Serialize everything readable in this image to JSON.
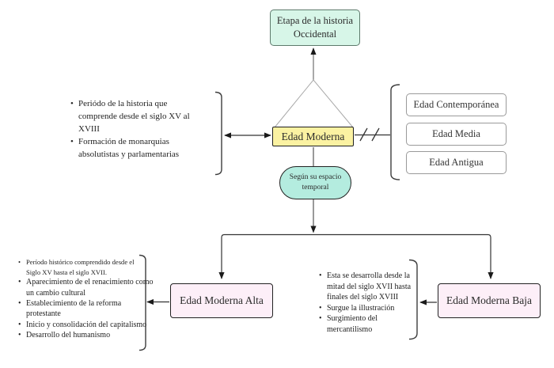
{
  "diagram": {
    "root": {
      "label": "Etapa de la historia Occidental"
    },
    "main": {
      "label": "Edad Moderna"
    },
    "main_notes": {
      "items": [
        "Periódo de la historia que comprende desde el siglo XV al XVIII",
        "Formación de monarquias absolutistas y parlamentarias"
      ]
    },
    "eras": {
      "items": [
        "Edad Contemporánea",
        "Edad Media",
        "Edad Antigua"
      ]
    },
    "condition": {
      "label": "Según su espacio temporal"
    },
    "alta": {
      "label": "Edad Moderna Alta",
      "notes": [
        "Período histórico comprendido desde el Siglo XV hasta el siglo XVII.",
        "Aparecimiento de el renacimiento como un cambio cultural",
        "Establecimiento de la reforma protestante",
        "Inicio y consolidación del capitalismo",
        "Desarrollo del humanismo"
      ]
    },
    "baja": {
      "label": "Edad Moderna Baja",
      "notes": [
        "Esta se desarrolla desde la mitad del siglo XVII hasta finales del siglo XVIII",
        "Surgue la illustración",
        "Surgimiento del mercantilismo"
      ]
    },
    "colors": {
      "root_fill": "#d7f6e8",
      "root_border": "#5d7a6c",
      "main_fill": "#fbf2a2",
      "condition_fill": "#b4ecdf",
      "era_fill": "#ffffff",
      "era_border": "#9a9a9a",
      "period_fill": "#fdeff8",
      "node_border": "#1f1f1f",
      "line": "#333333"
    }
  }
}
